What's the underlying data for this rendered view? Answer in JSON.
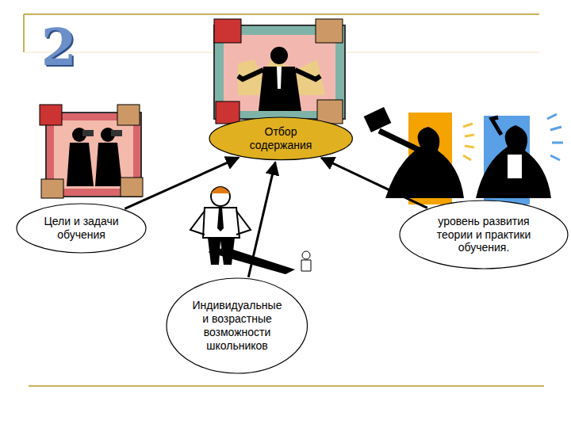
{
  "diagram": {
    "title": "2",
    "nodes": [
      {
        "text": [
          "Отбор содержания"
        ]
      },
      {
        "text": [
          "Цели и задачи обучения"
        ]
      },
      {
        "text": [
          "уровень развития теории и практики обучения."
        ]
      },
      {
        "text": [
          "Индивидуальные и возрастные возможности школьников"
        ]
      }
    ],
    "edges": [
      {
        "from": 1,
        "to": 0,
        "arrow": "to"
      },
      {
        "from": 3,
        "to": 0,
        "arrow": "to"
      },
      {
        "from": 2,
        "to": 0,
        "arrow": "to"
      }
    ]
  }
}
